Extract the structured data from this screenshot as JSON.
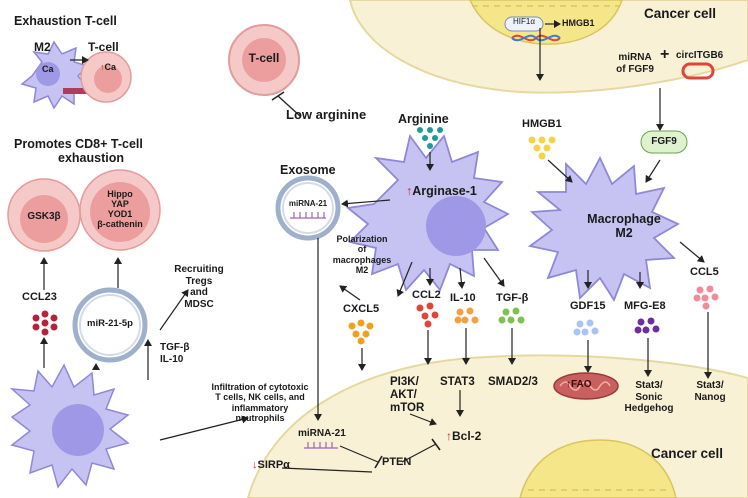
{
  "left_panel": {
    "exhaustion_title": "Exhaustion T-cell",
    "m2_label": "M2",
    "ca_label": "Ca",
    "tcell_label": "T-cell",
    "up_arrow": "↑",
    "promotes_title": "Promotes CD8+ T-cell",
    "promotes_title2": "exhaustion",
    "gsk3b": "GSK3β",
    "nucleus_genes": [
      "Hippo",
      "YAP",
      "YOD1",
      "β-cathenin"
    ],
    "ccl23": "CCL23",
    "mir215p": "miR-21-5p",
    "tgfb_il10": [
      "TGF-β",
      "IL-10"
    ],
    "recruiting": [
      "Recruiting",
      "Tregs",
      "and",
      "MDSC"
    ],
    "infiltration": [
      "Infiltration of cytotoxic",
      "T cells, NK cells, and",
      "inflammatory",
      "neutrophils"
    ]
  },
  "center": {
    "tcell_top": "T-cell",
    "low_arginine": "Low arginine",
    "arginine": "Arginine",
    "arginase": "Arginase-1",
    "exosome": "Exosome",
    "mirna21_exo": "miRNA-21",
    "polarization": [
      "Polarization",
      "of",
      "macrophages",
      "M2"
    ],
    "cxcl5": "CXCL5",
    "ccl2": "CCL2",
    "il10": "IL-10",
    "tgfb": "TGF-β",
    "pi3k": [
      "PI3K/",
      "AKT/",
      "mTOR"
    ],
    "stat3": "STAT3",
    "smad": "SMAD2/3",
    "mirna21_bottom": "miRNA-21",
    "pten": "PTEN",
    "bcl2": "Bcl-2",
    "sirpa": "SIRPα",
    "down_arrow": "↓"
  },
  "right": {
    "cancer_cell_top": "Cancer cell",
    "hif1a": "HIF1α",
    "hmgb1_nuc": "HMGB1",
    "hmgb1": "HMGB1",
    "mirna_fgf9": [
      "miRNA",
      "of FGF9"
    ],
    "plus": "+",
    "circitgb6": "circITGB6",
    "fgf9": "FGF9",
    "macrophage": [
      "Macrophage",
      "M2"
    ],
    "gdf15": "GDF15",
    "mfge8": "MFG-E8",
    "ccl5": "CCL5",
    "fao": "FAO",
    "stat3_sonic": [
      "Stat3/",
      "Sonic",
      "Hedgehog"
    ],
    "stat3_nanog": [
      "Stat3/",
      "Nanog"
    ],
    "cancer_cell_bottom": "Cancer cell"
  },
  "colors": {
    "macrophage_fill": "#c6c2f2",
    "macrophage_stroke": "#8f88d6",
    "tcell_fill": "#f6c9c9",
    "cancer_fill": "#f8f1d6",
    "dot_red": "#b3243a",
    "dot_orange": "#f0a020",
    "dot_teal": "#1f9a96",
    "dot_green": "#7cc24c",
    "dot_yellow": "#f2d34a",
    "dot_purple": "#6a2fa0",
    "dot_pink": "#f38a9a",
    "dot_blue": "#a9c4f2"
  }
}
